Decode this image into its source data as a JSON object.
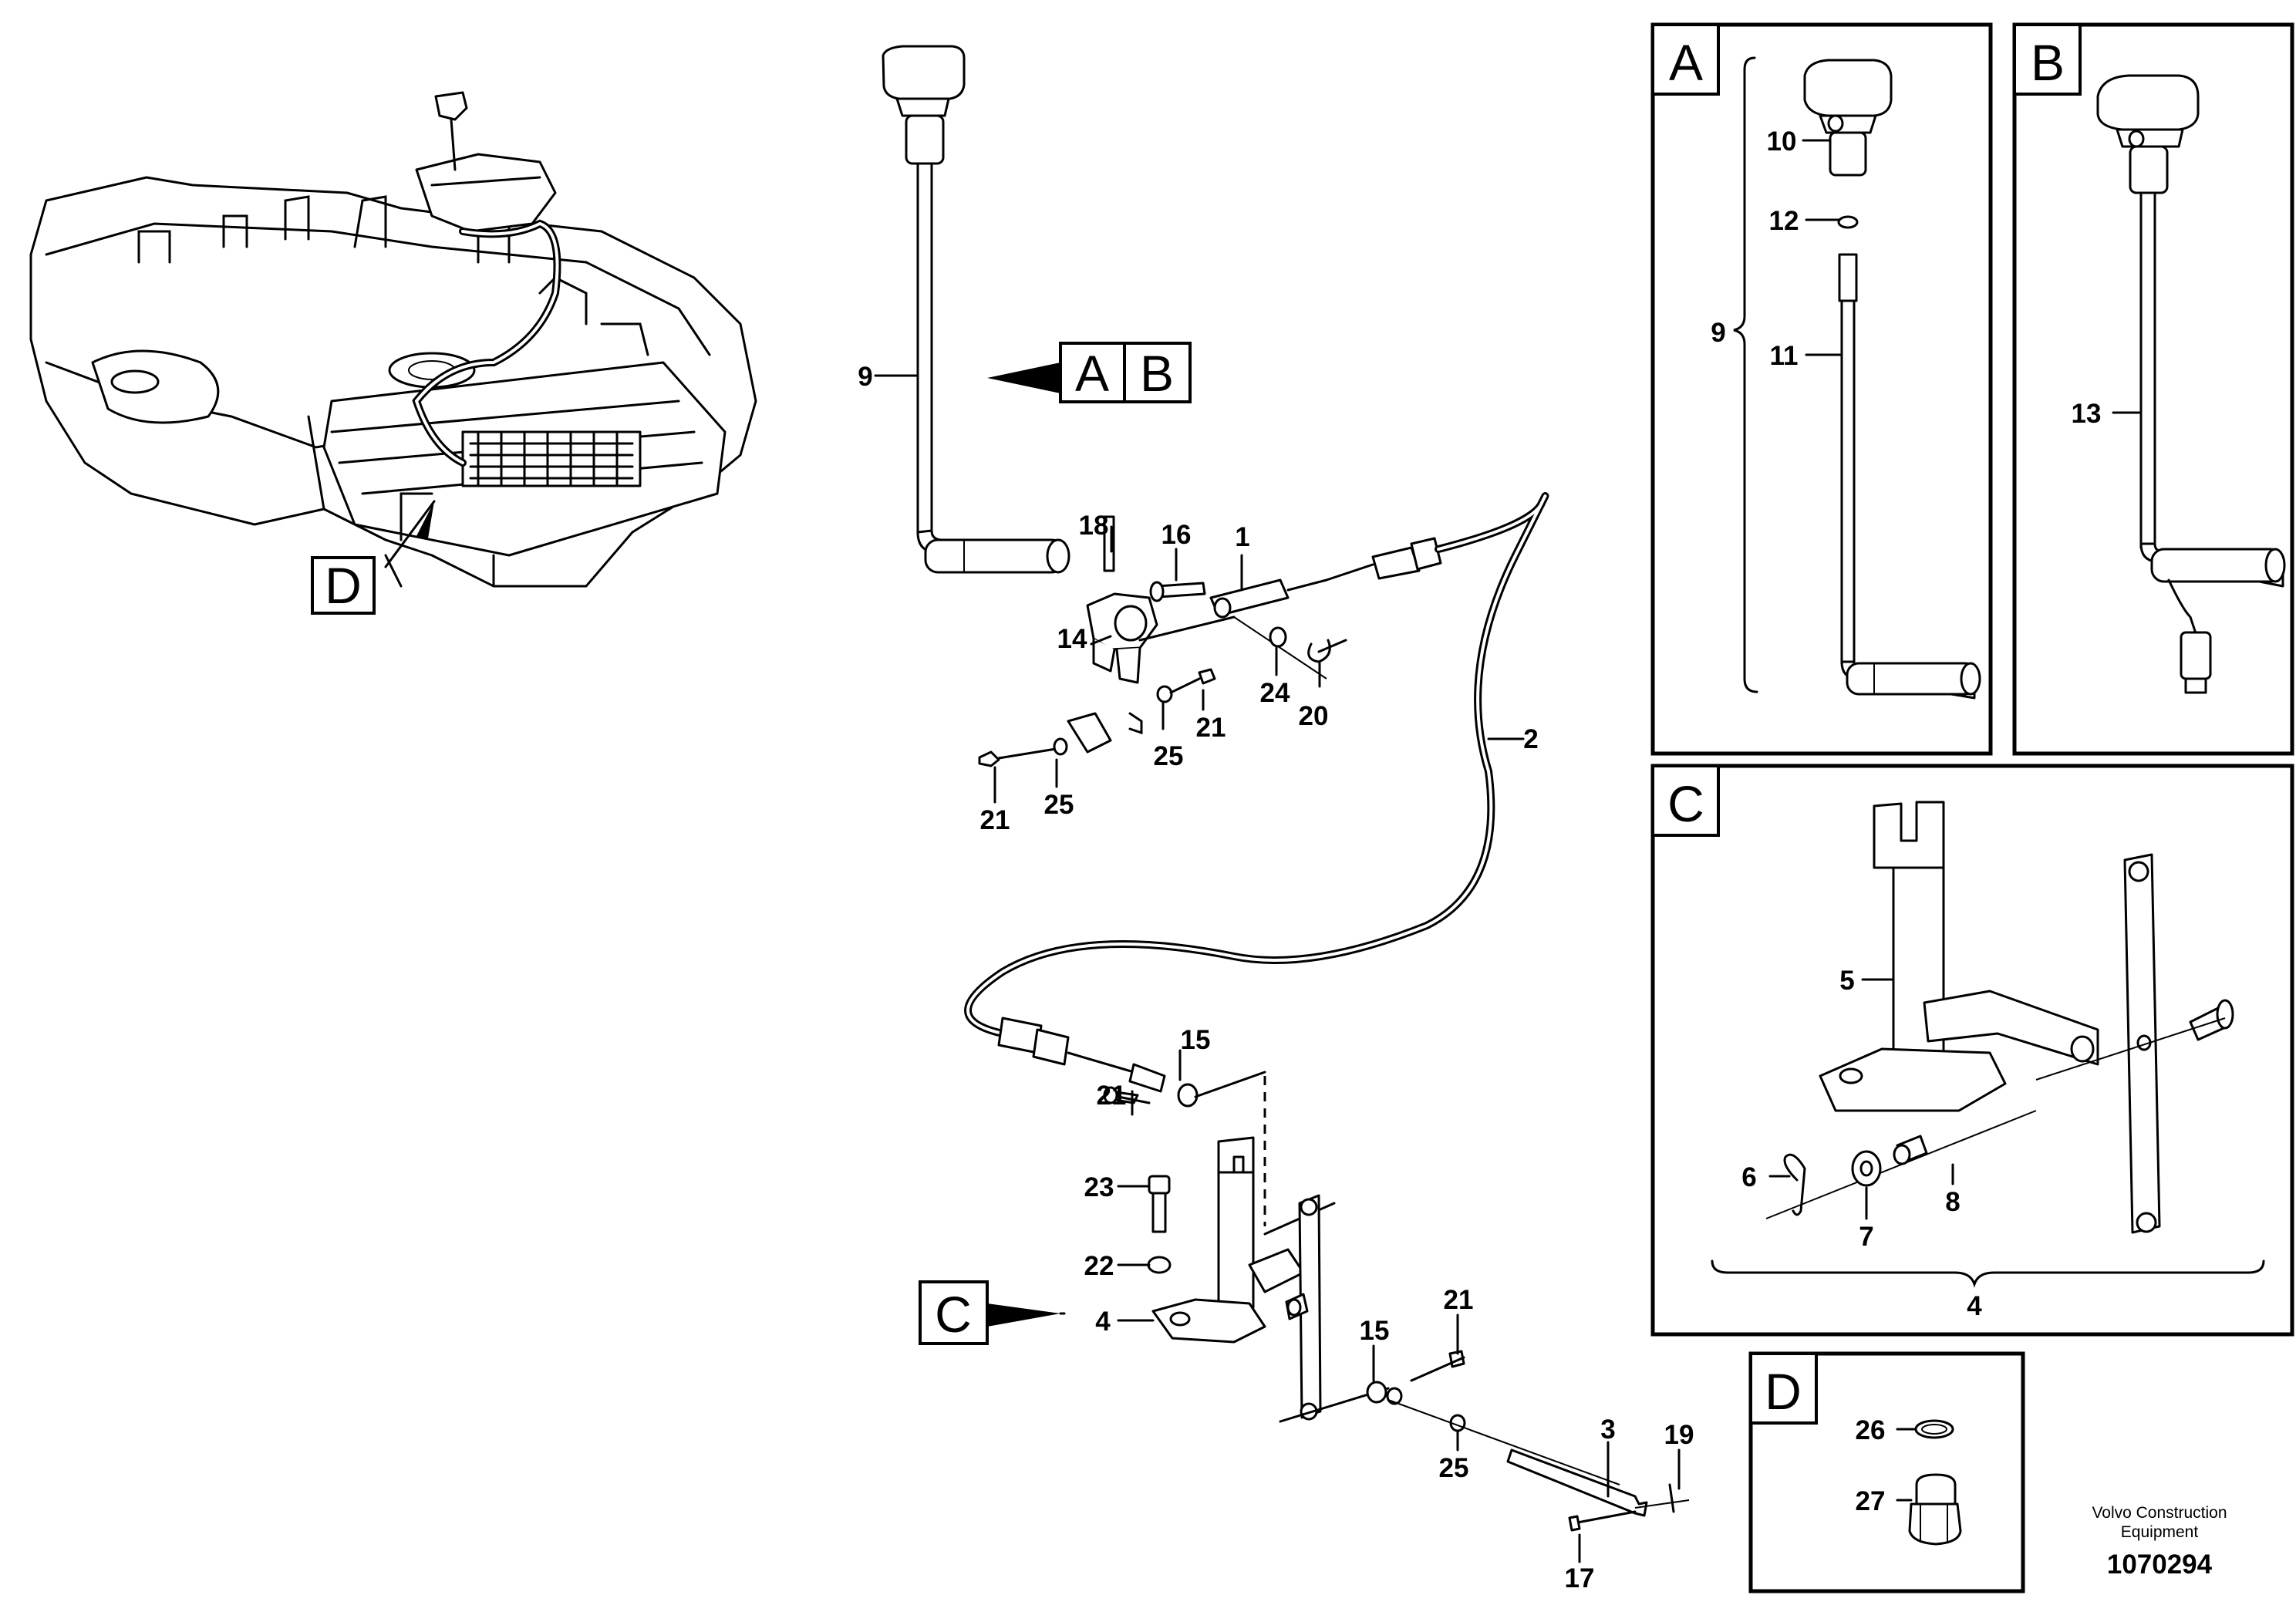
{
  "callouts": {
    "left_9": "9",
    "c1": "1",
    "c2": "2",
    "c3": "3",
    "c4": "4",
    "c14": "14",
    "c15_top": "15",
    "c15_bot": "15",
    "c16": "16",
    "c17": "17",
    "c18": "18",
    "c19": "19",
    "c20": "20",
    "c21_a": "21",
    "c21_b": "21",
    "c21_c": "21",
    "c21_d": "21",
    "c22": "22",
    "c23": "23",
    "c24": "24",
    "c25_a": "25",
    "c25_b": "25",
    "c25_c": "25"
  },
  "view_refs": {
    "ref_a": "A",
    "ref_b": "B",
    "ref_c": "C",
    "ref_d": "D"
  },
  "panels": {
    "a": {
      "letter": "A",
      "callouts": [
        "10",
        "12",
        "9",
        "11"
      ]
    },
    "b": {
      "letter": "B",
      "callouts": [
        "13"
      ]
    },
    "c": {
      "letter": "C",
      "callouts": [
        "5",
        "6",
        "7",
        "8",
        "4"
      ]
    },
    "d": {
      "letter": "D",
      "callouts": [
        "26",
        "27"
      ]
    }
  },
  "footer": {
    "brand_line1": "Volvo Construction",
    "brand_line2": "Equipment",
    "doc_number": "1070294"
  }
}
